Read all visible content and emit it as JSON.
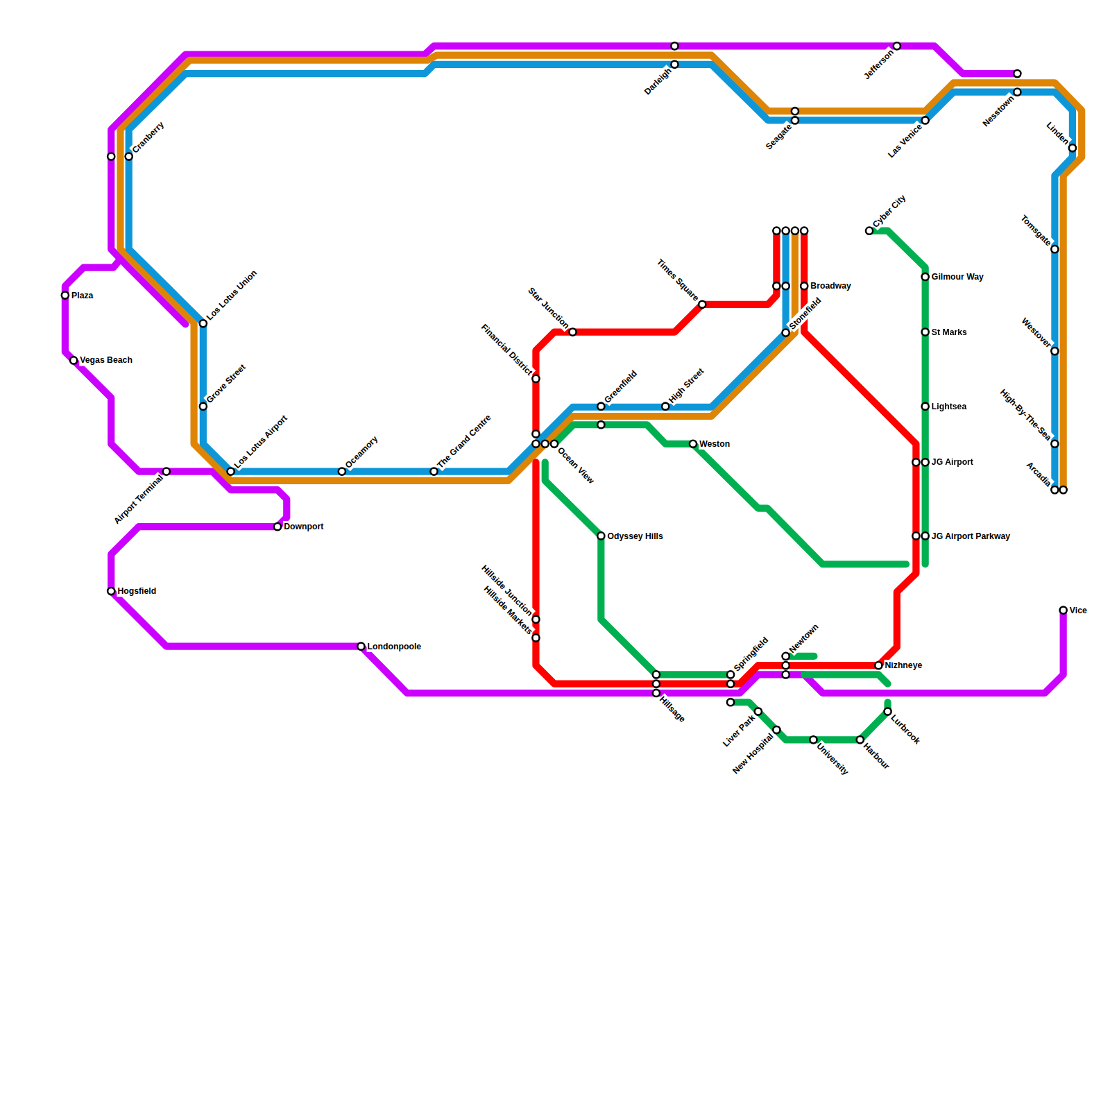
{
  "diagram": {
    "labels": [
      "Cranberry",
      "Plaza",
      "Vegas Beach",
      "Los Lotus Union",
      "Grove Street",
      "Los Lotus Airport",
      "Airport Terminal",
      "Downport",
      "Oceamory",
      "The Grand Centre",
      "Hogsfield",
      "Londonpoole",
      "Financial District",
      "Star Junction",
      "Times Square",
      "Broadway",
      "Stonefield",
      "Greenfield",
      "High Street",
      "Weston",
      "Ocean View",
      "Odyssey Hills",
      "Hillside Junction",
      "Hillside Markets",
      "Hillsage",
      "Springfield",
      "Newtown",
      "Nizhneye",
      "Liver Park",
      "New Hospital",
      "University",
      "Harbour",
      "Lurbrook",
      "Darleigh",
      "Seagate",
      "Jefferson",
      "Las Venice",
      "Nesstown",
      "Linden",
      "Cyber City",
      "Gilmour Way",
      "St Marks",
      "Lightsea",
      "JG Airport",
      "JG Airport Parkway",
      "Tomsgate",
      "Westover",
      "High-By-The-Sea",
      "Arcadia",
      "Vice"
    ]
  }
}
